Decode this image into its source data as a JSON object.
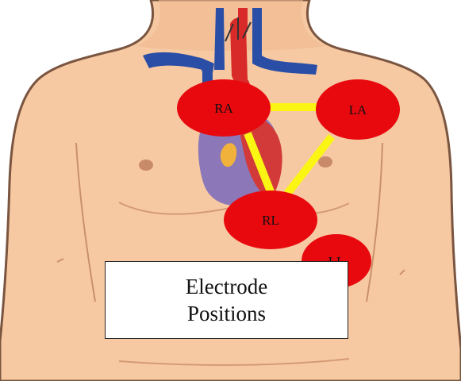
{
  "electrodes": {
    "ra": "RA",
    "la": "LA",
    "rl": "RL",
    "ll": "LL"
  },
  "caption": {
    "line1": "Electrode",
    "line2": "Positions"
  },
  "colors": {
    "skin": "#f7c9a2",
    "skin_shadow": "#e9ae84",
    "outline": "#7a5540",
    "electrode": "#e8090f",
    "wire": "#fbf513",
    "vein": "#2a4ea6",
    "artery": "#d92a2a",
    "heart_purple": "#8c77b8",
    "heart_red": "#d23a3a",
    "heart_fat": "#f0b23a",
    "nipple": "#c98a6a"
  }
}
